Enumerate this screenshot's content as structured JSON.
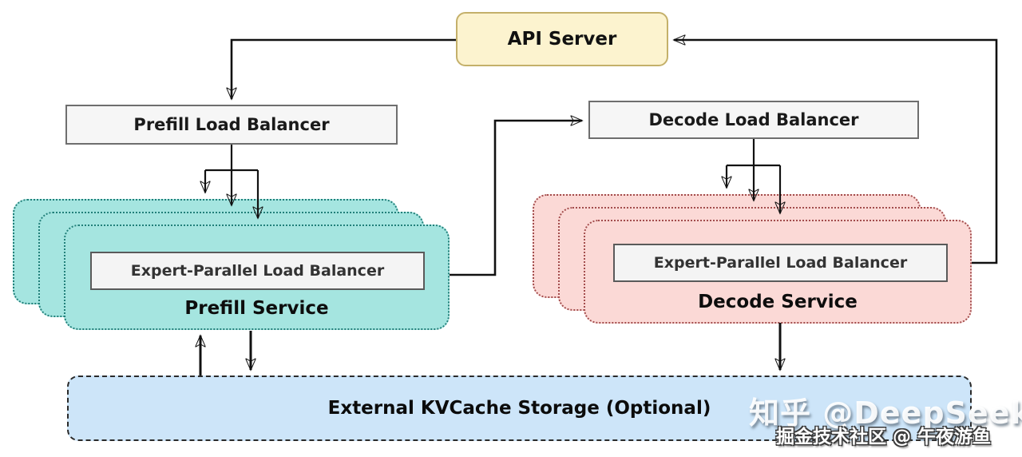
{
  "colors": {
    "api_fill": "#fcf3cf",
    "api_border": "#c4b06a",
    "lb_fill": "#f6f6f6",
    "lb_border": "#6e6e6e",
    "prefill_fill": "#a5e5e0",
    "prefill_border": "#22807a",
    "decode_fill": "#fbd9d6",
    "decode_border": "#a34d4d",
    "kv_fill": "#cde5f9",
    "kv_border": "#2a2a2a",
    "line": "#111111"
  },
  "nodes": {
    "api_server": {
      "label": "API Server"
    },
    "prefill_lb": {
      "label": "Prefill Load Balancer"
    },
    "decode_lb": {
      "label": "Decode Load Balancer"
    },
    "prefill_service": {
      "label": "Prefill Service",
      "eplb": "Expert-Parallel Load Balancer"
    },
    "decode_service": {
      "label": "Decode Service",
      "eplb": "Expert-Parallel Load Balancer"
    },
    "kvcache": {
      "label": "External KVCache Storage (Optional)"
    }
  },
  "watermarks": {
    "zhihu": "知乎 @DeepSeek",
    "juejin": "掘金技术社区 @ 午夜游鱼"
  }
}
